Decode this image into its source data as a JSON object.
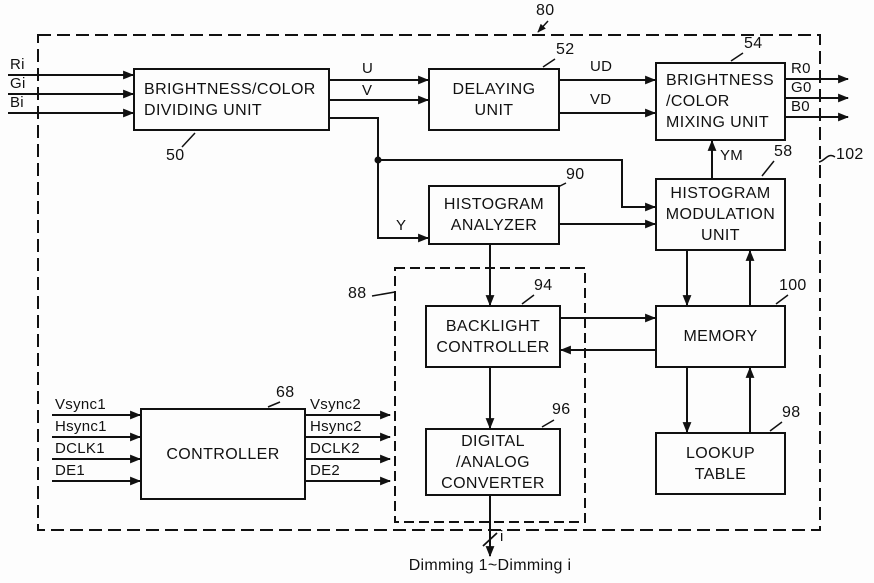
{
  "diagram": {
    "refs": {
      "system": "80",
      "chip": "102",
      "dividing": "50",
      "delaying": "52",
      "mixing": "54",
      "modulation": "58",
      "controller": "68",
      "backlight_block": "88",
      "analyzer": "90",
      "backlight": "94",
      "converter": "96",
      "lookup": "98",
      "memory": "100"
    },
    "blocks": {
      "dividing": "BRIGHTNESS/COLOR\nDIVIDING UNIT",
      "delaying": "DELAYING\nUNIT",
      "mixing": "BRIGHTNESS\n/COLOR\nMIXING UNIT",
      "analyzer": "HISTOGRAM\nANALYZER",
      "modulation": "HISTOGRAM\nMODULATION\nUNIT",
      "backlight": "BACKLIGHT\nCONTROLLER",
      "memory": "MEMORY",
      "converter": "DIGITAL\n/ANALOG\nCONVERTER",
      "lookup": "LOOKUP\nTABLE",
      "controller": "CONTROLLER"
    },
    "signals": {
      "inputs": [
        "Ri",
        "Gi",
        "Bi"
      ],
      "outputs": [
        "R0",
        "G0",
        "B0"
      ],
      "u": "U",
      "v": "V",
      "y": "Y",
      "ud": "UD",
      "vd": "VD",
      "ym": "YM",
      "timing_in": [
        "Vsync1",
        "Hsync1",
        "DCLK1",
        "DE1"
      ],
      "timing_out": [
        "Vsync2",
        "Hsync2",
        "DCLK2",
        "DE2"
      ],
      "bus_width": "i",
      "dimming_out": "Dimming 1~Dimming i"
    },
    "colors": {
      "ink": "#111111",
      "paper": "#fdfdfd"
    }
  }
}
